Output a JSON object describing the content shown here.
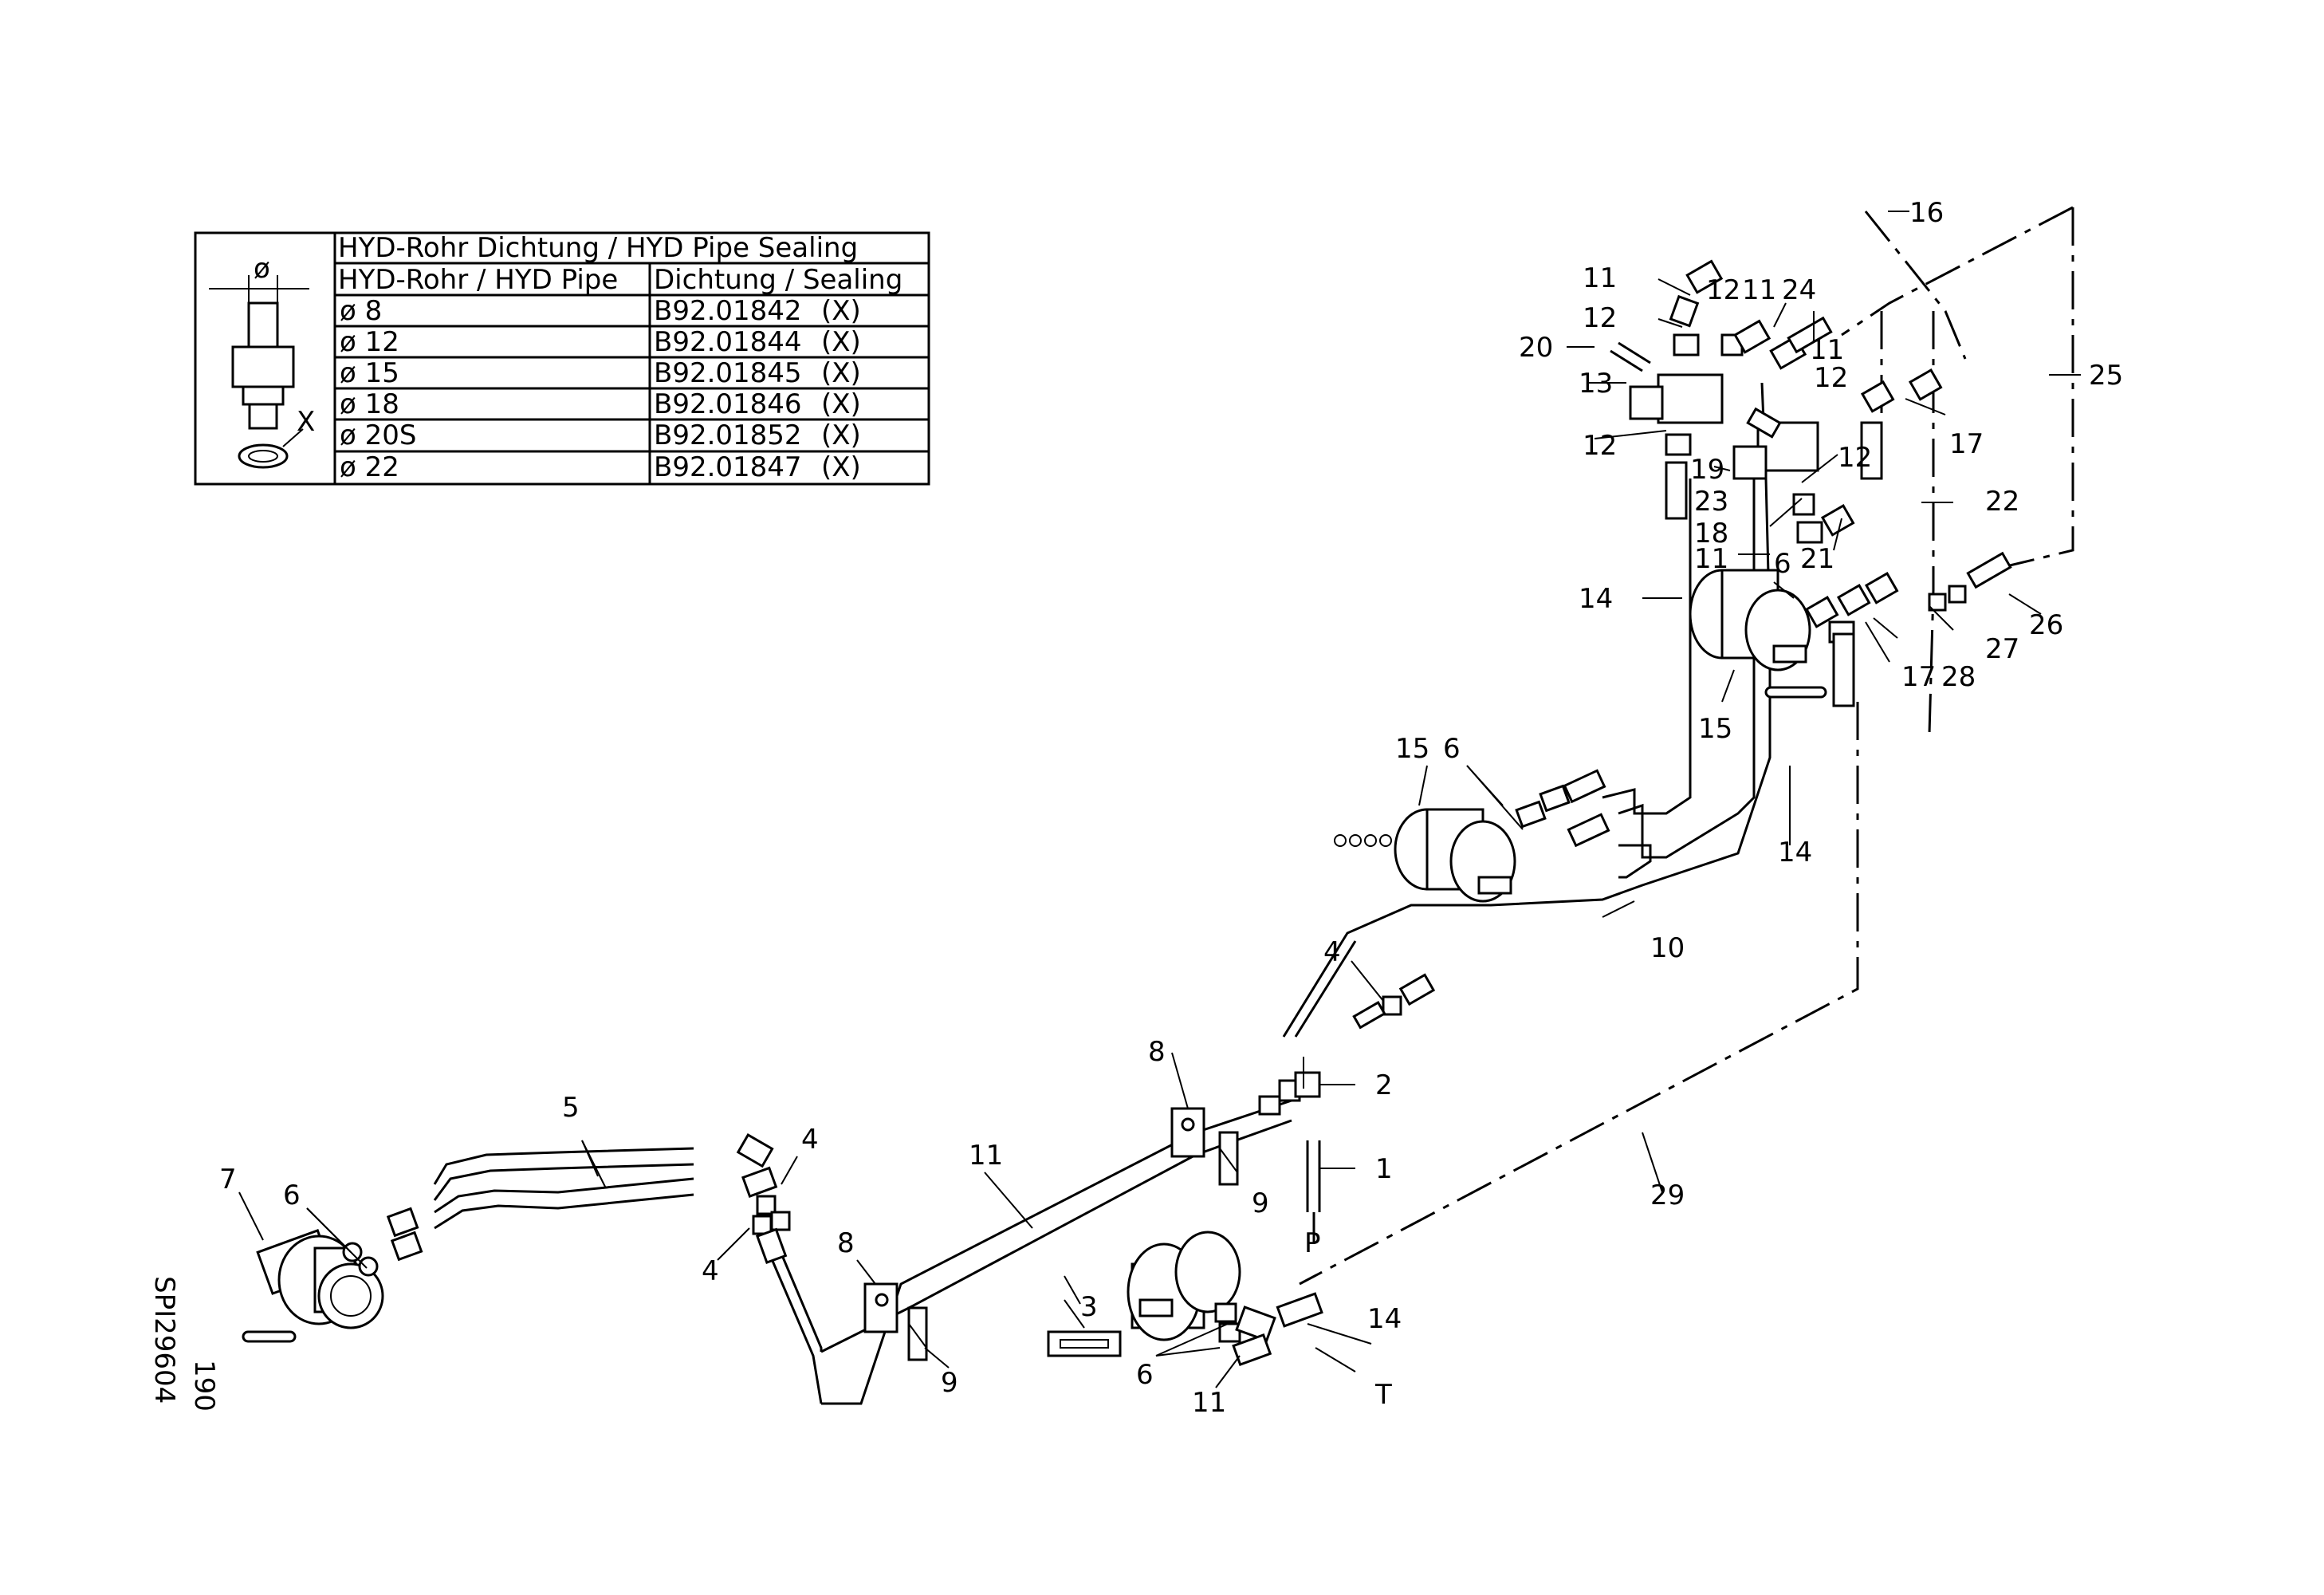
{
  "table": {
    "title": "HYD-Rohr Dichtung / HYD Pipe Sealing",
    "col_pipe": "HYD-Rohr / HYD Pipe",
    "col_seal": "Dichtung / Sealing",
    "symbol": "ø",
    "callout_x": "X",
    "rows": [
      {
        "pipe": "ø  8",
        "seal": "B92.01842",
        "note": "(X)"
      },
      {
        "pipe": "ø  12",
        "seal": "B92.01844",
        "note": "(X)"
      },
      {
        "pipe": "ø  15",
        "seal": "B92.01845",
        "note": "(X)"
      },
      {
        "pipe": "ø  18",
        "seal": "B92.01846",
        "note": "(X)"
      },
      {
        "pipe": "ø  20S",
        "seal": "B92.01852",
        "note": "(X)"
      },
      {
        "pipe": "ø  22",
        "seal": "B92.01847",
        "note": "(X)"
      }
    ]
  },
  "drawing_id": "SPI29604",
  "page_number": "190",
  "ports": {
    "pressure": "P",
    "tank": "T"
  },
  "callouts": {
    "c16": "16",
    "c11a": "11",
    "c12a": "12",
    "c11b": "11",
    "c24": "24",
    "c20": "20",
    "c12b": "12",
    "c13": "13",
    "c11c": "11",
    "c12c": "12",
    "c12d": "12",
    "c25": "25",
    "c17a": "17",
    "c19": "19",
    "c23": "23",
    "c12e": "12",
    "c18": "18",
    "c22": "22",
    "c11d": "11",
    "c21": "21",
    "c6a": "6",
    "c14a": "14",
    "c26": "26",
    "c27": "27",
    "c17b": "17",
    "c28": "28",
    "c15a": "15",
    "c15b": "15",
    "c6b": "6",
    "c14b": "14",
    "c10": "10",
    "c4a": "4",
    "c8a": "8",
    "c2": "2",
    "c1": "1",
    "c5": "5",
    "c7": "7",
    "c6c": "6",
    "c4b": "4",
    "c4c": "4",
    "c11e": "11",
    "c9a": "9",
    "c29": "29",
    "c8b": "8",
    "c3": "3",
    "c14c": "14",
    "c9b": "9",
    "c6d": "6",
    "c11f": "11"
  }
}
